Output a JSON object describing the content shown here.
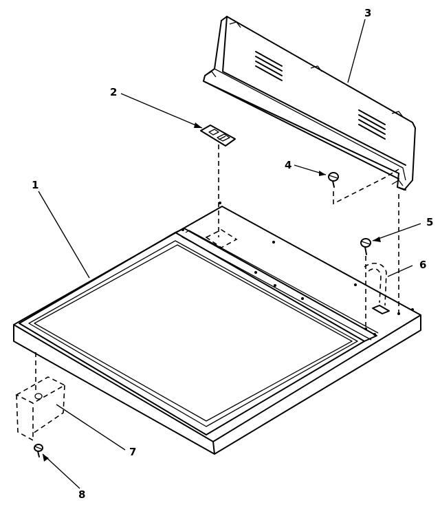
{
  "diagram": {
    "callouts": [
      {
        "id": "1",
        "text": "1"
      },
      {
        "id": "2",
        "text": "2"
      },
      {
        "id": "3",
        "text": "3"
      },
      {
        "id": "4",
        "text": "4"
      },
      {
        "id": "5",
        "text": "5"
      },
      {
        "id": "6",
        "text": "6"
      },
      {
        "id": "7",
        "text": "7"
      },
      {
        "id": "8",
        "text": "8"
      }
    ],
    "parts": [
      {
        "callout": "1",
        "part": "top-panel"
      },
      {
        "callout": "2",
        "part": "label-plate"
      },
      {
        "callout": "3",
        "part": "backguard"
      },
      {
        "callout": "4",
        "part": "screw"
      },
      {
        "callout": "5",
        "part": "screw"
      },
      {
        "callout": "6",
        "part": "wire-hinge"
      },
      {
        "callout": "7",
        "part": "corner-bracket"
      },
      {
        "callout": "8",
        "part": "screw"
      }
    ],
    "colors": {
      "line": "#000000",
      "background": "#ffffff"
    }
  }
}
